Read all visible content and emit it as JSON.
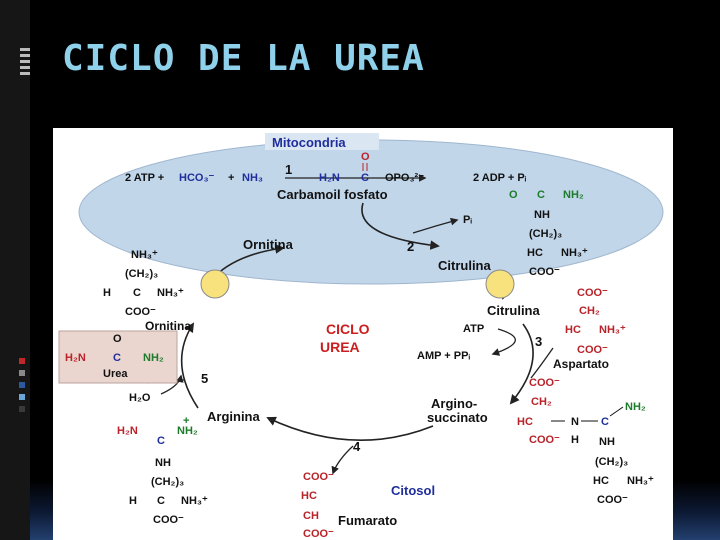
{
  "slide": {
    "title": "CICLO DE LA UREA"
  },
  "colors": {
    "title": "#8fd0ea",
    "mito": "#c2d6ea",
    "blue": "#1f2e9c",
    "red": "#b8232a",
    "green": "#1c7c2b",
    "cycle_text": "#cc1e1e",
    "dot": "#f7e27e"
  },
  "figure": {
    "mito_label": "Mitocondria",
    "citosol_label": "Citosol",
    "cycle_title_1": "CICLO",
    "cycle_title_2": "UREA",
    "steps": [
      "1",
      "2",
      "3",
      "4",
      "5"
    ],
    "reaction1": {
      "atp2": "2 ATP +",
      "hco3": "HCO₃⁻",
      "plus1": "+",
      "nh3": "NH₃",
      "products": "2 ADP + Pᵢ"
    },
    "carbamoil": {
      "n": "H₂N",
      "c": "C",
      "o": "O",
      "opo": "OPO₃²⁻",
      "label": "Carbamoil  fosfato"
    },
    "pi": "Pᵢ",
    "ornitina_mito": "Ornitina",
    "citrulina_mito": "Citrulina",
    "citrulina_cyto": "Citrulina",
    "citrulina_struct": {
      "o": "O",
      "c": "C",
      "nh2": "NH₂",
      "nh": "NH",
      "ch2": "(CH₂)₃",
      "hc": "HC",
      "nh3": "NH₃⁺",
      "coo": "COO⁻"
    },
    "ornithine_struct": {
      "nh3top": "NH₃⁺",
      "ch2": "(CH₂)₃",
      "h": "H",
      "c": "C",
      "nh3": "NH₃⁺",
      "coo": "COO⁻"
    },
    "ornitina_cyto": "Ornitina",
    "urea": {
      "o": "O",
      "h2n": "H₂N",
      "c": "C",
      "nh2": "NH₂",
      "label": "Urea"
    },
    "h2o": "H₂O",
    "atp3": "ATP",
    "amp": "AMP + PPᵢ",
    "aspartato": {
      "coo1": "COO⁻",
      "ch2": "CH₂",
      "hc": "HC",
      "nh3": "NH₃⁺",
      "coo2": "COO⁻",
      "label": "Aspartato"
    },
    "arginosuccinato": {
      "line1": "Argino-",
      "line2": "succinato",
      "coo1": "COO⁻",
      "ch2": "CH₂",
      "hc": "HC",
      "coo2": "COO⁻",
      "n": "N",
      "h": "H",
      "c": "C",
      "nh2": "NH₂",
      "nh": "NH",
      "ch2b": "(CH₂)₃",
      "hc2": "HC",
      "nh3": "NH₃⁺",
      "coo3": "COO⁻"
    },
    "arginina": {
      "label": "Arginina",
      "h2n": "H₂N",
      "c": "C",
      "nh2p": "NH₂",
      "plus": "+",
      "nh": "NH",
      "ch2": "(CH₂)₃",
      "h": "H",
      "c2": "C",
      "nh3": "NH₃⁺",
      "coo": "COO⁻"
    },
    "fumarato": {
      "coo1": "COO⁻",
      "hc": "HC",
      "ch": "CH",
      "coo2": "COO⁻",
      "label": "Fumarato"
    }
  }
}
